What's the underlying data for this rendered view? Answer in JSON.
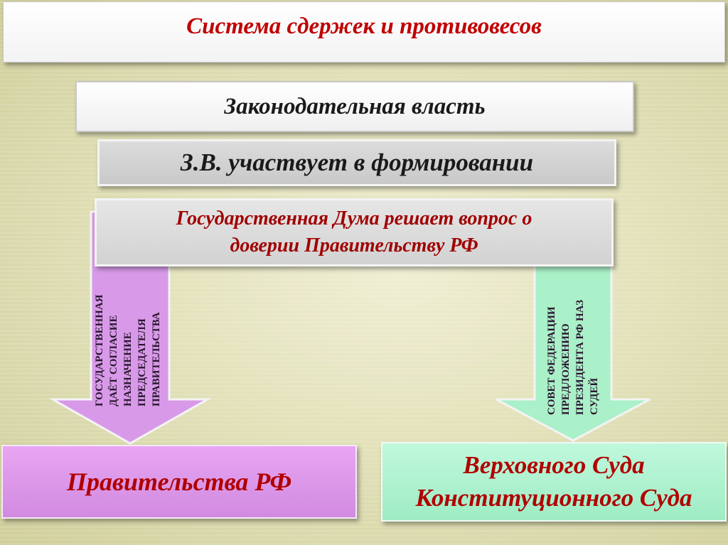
{
  "title": "Система сдержек и противовесов",
  "legislative": "Законодательная власть",
  "participates": "З.В. участвует в формировании",
  "duma": {
    "line1": "Государственная Дума решает вопрос о",
    "line2": "доверии Правительству РФ"
  },
  "left_arrow_text": {
    "line1": "ГОСУДАРСТВЕННАЯ",
    "line2": "ДАЁТ СОГЛАСИЕ",
    "line3": "НАЗНАЧЕНИЕ",
    "line4": "ПРЕДСЕДАТЕЛЯ",
    "line5": "ПРАВИТЕЛЬСТВА"
  },
  "right_arrow_text": {
    "line1": "СОВЕТ ФЕДЕРАЦИИ",
    "line2": "ПРЕДЛОЖЕНИЮ",
    "line3": "ПРЕЗИДЕНТА РФ НАЗ",
    "line4": "СУДЕЙ"
  },
  "government": "Правительства РФ",
  "courts": {
    "line1": "Верховного Суда",
    "line2": "Конституционного Суда"
  },
  "colors": {
    "title_red": "#c00000",
    "left_arrow": "#d89ae8",
    "right_arrow": "#aaf0c8"
  }
}
